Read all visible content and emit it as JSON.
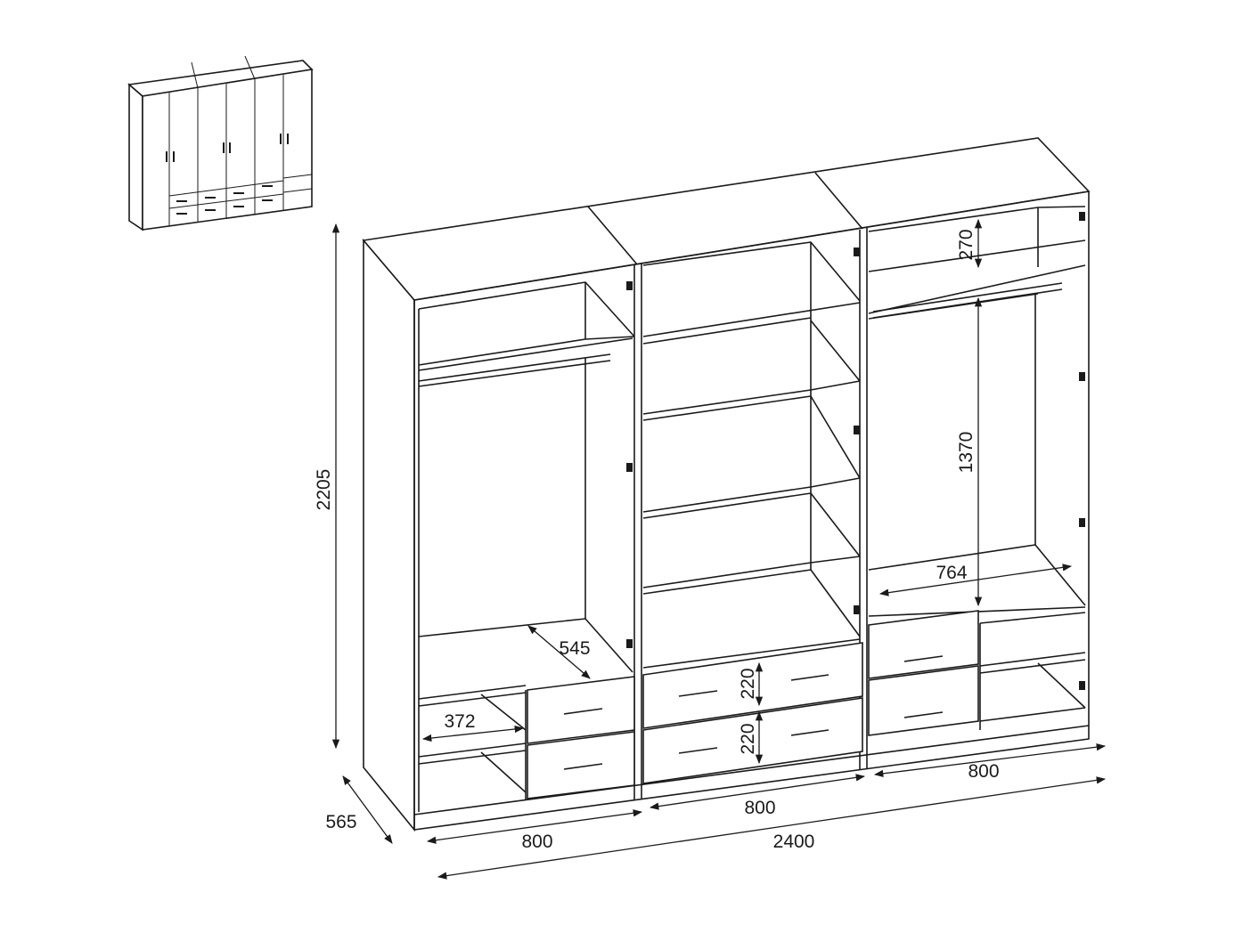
{
  "diagram": {
    "dimensions": {
      "height": "2205",
      "depth": "565",
      "total_width": "2400",
      "unit_width_left": "800",
      "unit_width_middle": "800",
      "unit_width_right": "800",
      "inner_depth": "545",
      "compartment_width": "372",
      "drawer_height_top": "220",
      "drawer_height_bottom": "220",
      "top_compartment_height": "270",
      "hanging_height": "1370",
      "inner_width": "764"
    }
  }
}
